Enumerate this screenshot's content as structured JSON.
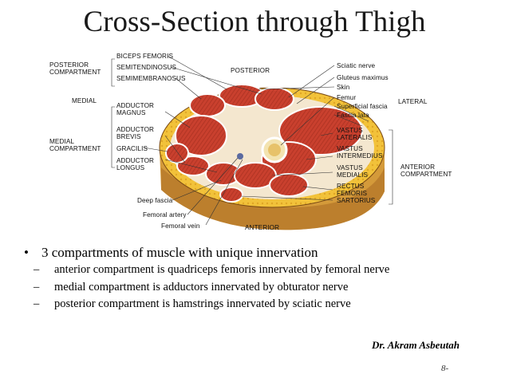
{
  "slide": {
    "title": "Cross-Section through Thigh",
    "author": "Dr. Akram Asbeutah",
    "page_number": "8-"
  },
  "figure": {
    "labels": {
      "posterior_compartment": [
        "POSTERIOR",
        "COMPARTMENT"
      ],
      "medial": "MEDIAL",
      "medial_compartment": [
        "MEDIAL",
        "COMPARTMENT"
      ],
      "biceps_femoris": "BICEPS FEMORIS",
      "semitendinosus": "SEMITENDINOSUS",
      "semimembranosus": "SEMIMEMBRANOSUS",
      "posterior": "POSTERIOR",
      "adductor_magnus": [
        "ADDUCTOR",
        "MAGNUS"
      ],
      "adductor_brevis": [
        "ADDUCTOR",
        "BREVIS"
      ],
      "gracilis": "GRACILIS",
      "adductor_longus": [
        "ADDUCTOR",
        "LONGUS"
      ],
      "deep_fascia": "Deep fascia",
      "femoral_artery": "Femoral artery",
      "femoral_vein": "Femoral vein",
      "anterior": "ANTERIOR",
      "sciatic_nerve": "Sciatic nerve",
      "gluteus_maximus": "Gluteus maximus",
      "skin": "Skin",
      "femur": "Femur",
      "superficial_fascia": "Superficial fascia",
      "fascia_lata": "Fascia lata",
      "lateral": "LATERAL",
      "vastus_lateralis": [
        "VASTUS",
        "LATERALIS"
      ],
      "vastus_intermedius": [
        "VASTUS",
        "INTERMEDIUS"
      ],
      "vastus_medialis": [
        "VASTUS",
        "MEDIALIS"
      ],
      "rectus_femoris": [
        "RECTUS",
        "FEMORIS"
      ],
      "sartorius": "SARTORIUS",
      "anterior_compartment": [
        "ANTERIOR",
        "COMPARTMENT"
      ]
    }
  },
  "bullets": {
    "main": "3 compartments of muscle with unique innervation",
    "sub": [
      "anterior compartment is quadriceps femoris innervated by femoral nerve",
      "medial compartment is adductors innervated by obturator nerve",
      "posterior compartment is hamstrings innervated by sciatic nerve"
    ]
  }
}
